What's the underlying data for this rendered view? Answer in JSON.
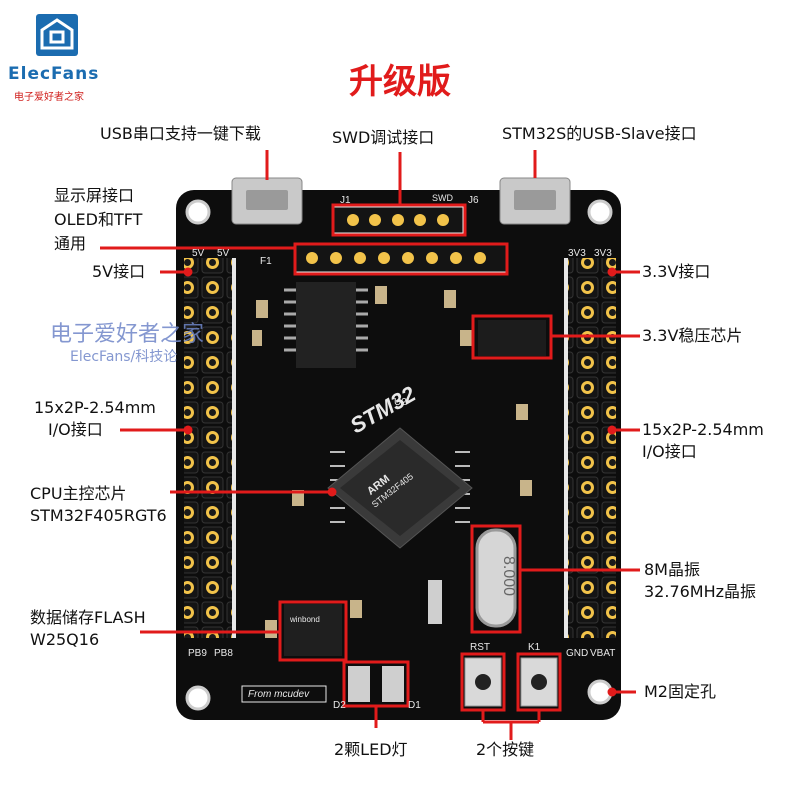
{
  "logo": {
    "name": "ElecFans",
    "subtitle": "电子爱好者之家"
  },
  "title": "升级版",
  "watermark": {
    "line1": "电子爱好者之家",
    "line2": "ElecFans/科技论"
  },
  "board": {
    "silk_stm32": "STM32",
    "chip_brand": "ARM",
    "chip_model": "STM32F405",
    "silk_from": "From mcudev",
    "crystal_text": "8.000",
    "flash_brand": "winbond",
    "silk_j1": "J1",
    "silk_swd": "SWD",
    "silk_j6": "J6",
    "silk_5v_a": "5V",
    "silk_5v_b": "5V",
    "silk_3v3_a": "3V3",
    "silk_3v3_b": "3V3",
    "silk_gnd": "GND",
    "silk_vbat": "VBAT",
    "silk_pb9": "PB9",
    "silk_pb8": "PB8",
    "silk_rst": "RST",
    "silk_k1": "K1",
    "silk_d1": "D1",
    "silk_d2": "D2",
    "silk_u2": "U2",
    "silk_f1": "F1"
  },
  "labels": {
    "usb_serial": "USB串口支持一键下载",
    "swd": "SWD调试接口",
    "usb_slave": "STM32S的USB-Slave接口",
    "display_line1": "显示屏接口",
    "display_line2": "OLED和TFT",
    "display_line3": "通用",
    "v5": "5V接口",
    "v33": "3.3V接口",
    "regulator": "3.3V稳压芯片",
    "io_left_line1": "15x2P-2.54mm",
    "io_left_line2": "I/O接口",
    "io_right_line1": "15x2P-2.54mm",
    "io_right_line2": "I/O接口",
    "cpu_line1": "CPU主控芯片",
    "cpu_line2": "STM32F405RGT6",
    "crystal_line1": "8M晶振",
    "crystal_line2": "32.76MHz晶振",
    "flash_line1": "数据储存FLASH",
    "flash_line2": "W25Q16",
    "hole": "M2固定孔",
    "leds": "2颗LED灯",
    "keys": "2个按键"
  },
  "colors": {
    "pcb": "#0d0d0d",
    "silk": "#e8e8e8",
    "header_pin": "#f2c34a",
    "callout": "#e11b1b",
    "title": "#e11b1b"
  }
}
